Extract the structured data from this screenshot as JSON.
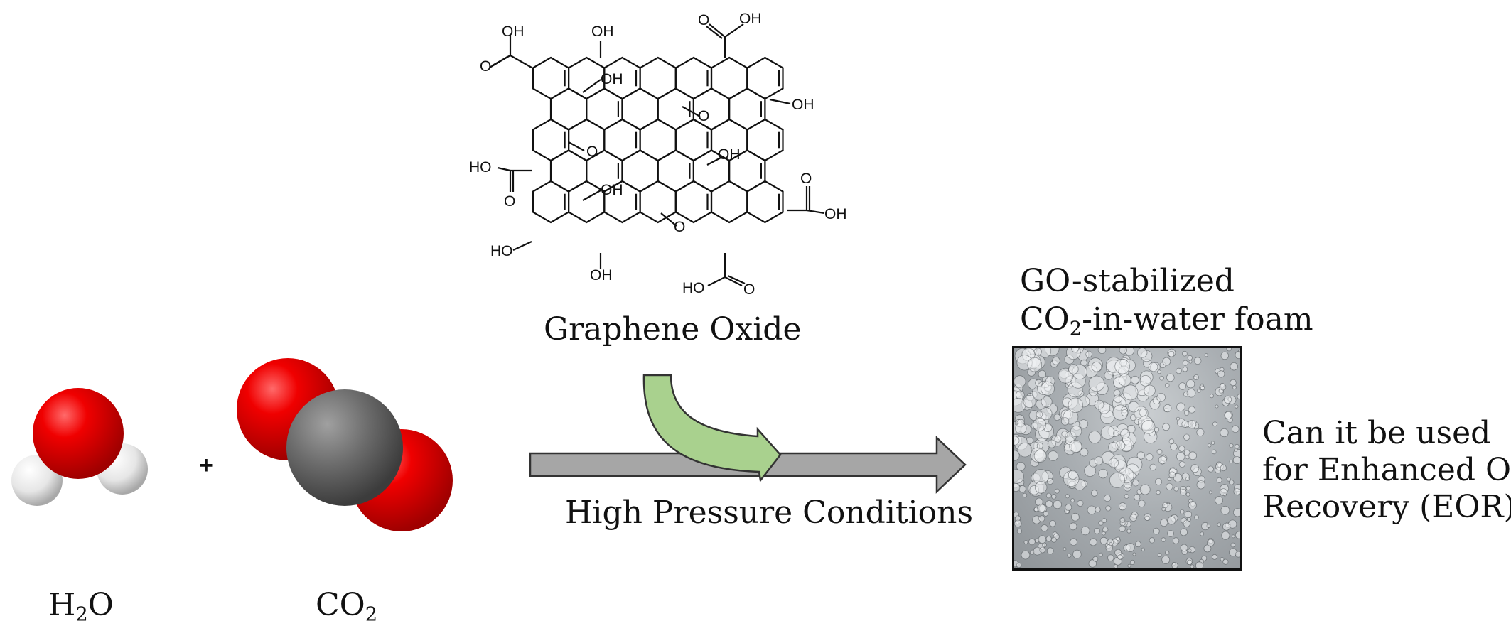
{
  "labels": {
    "h2o_main": "H",
    "h2o_sub": "2",
    "h2o_tail": "O",
    "plus": "+",
    "co2_main": "CO",
    "co2_sub": "2",
    "graphene_oxide": "Graphene Oxide",
    "high_pressure": "High Pressure Conditions",
    "foam_title_line1": "GO-stabilized",
    "foam_title_line2_a": "CO",
    "foam_title_line2_sub": "2",
    "foam_title_line2_b": "-in-water foam",
    "question_line1": "Can it be used",
    "question_line2": "for Enhanced Oil",
    "question_line3": "Recovery (EOR)?"
  },
  "structure_labels": {
    "oh": "OH",
    "ho": "HO",
    "o": "O"
  },
  "colors": {
    "oxygen_red": "#e00000",
    "hydrogen_white": "#f2f2f2",
    "carbon_gray": "#6b6b6b",
    "arrow_gray": "#a6a6a6",
    "curved_arrow_green": "#a9d18e"
  },
  "icons": [
    "water-molecule-icon",
    "carbon-dioxide-molecule-icon",
    "graphene-oxide-structure-icon",
    "foam-photo"
  ]
}
